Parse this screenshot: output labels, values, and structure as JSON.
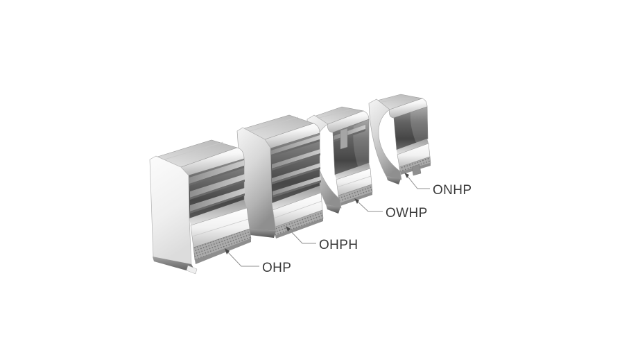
{
  "figure": {
    "type": "product-lineup-3d-illustration",
    "background": "#ffffff",
    "label_color": "#3a3a3a",
    "leader_color": "#8f8f8f",
    "models": [
      {
        "label": "OHP",
        "visible_shelves": 3
      },
      {
        "label": "OHPH",
        "visible_shelves": 4
      },
      {
        "label": "OWHP",
        "visible_shelves": 1
      },
      {
        "label": "ONHP",
        "visible_shelves": 0
      }
    ]
  }
}
